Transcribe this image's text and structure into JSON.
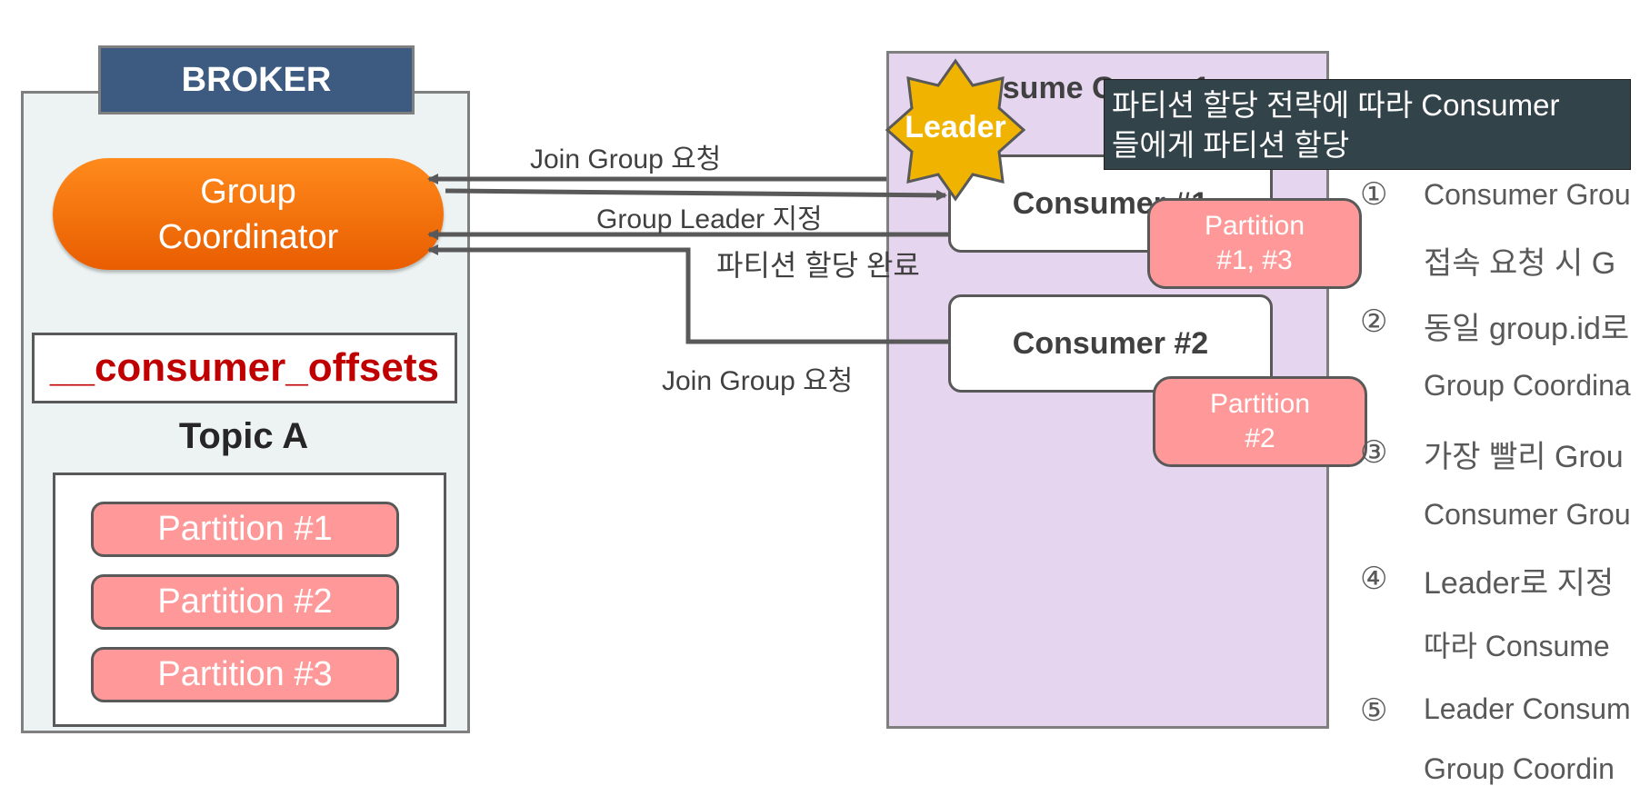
{
  "broker": {
    "label": "BROKER",
    "coordinator_line1": "Group",
    "coordinator_line2": "Coordinator",
    "offsets_topic": "__consumer_offsets",
    "topic_title": "Topic A",
    "partitions": [
      "Partition #1",
      "Partition #2",
      "Partition #3"
    ]
  },
  "consumer_group": {
    "title": "nsume Group 1",
    "leader_badge": "Leader",
    "consumer1": "Consumer #1",
    "consumer2": "Consumer #2",
    "consumer1_partition_line1": "Partition",
    "consumer1_partition_line2": "#1, #3",
    "consumer2_partition_line1": "Partition",
    "consumer2_partition_line2": "#2"
  },
  "arrows": {
    "join1": "Join Group 요청",
    "leader_assign": "Group Leader 지정",
    "assign_done": "파티션 할당 완료",
    "join2": "Join Group 요청"
  },
  "tooltip": {
    "line1": "파티션 할당 전략에 따라 Consumer",
    "line2": "들에게 파티션 할당"
  },
  "steps": {
    "numbers": [
      "①",
      "②",
      "③",
      "④",
      "⑤"
    ],
    "lines": [
      "Consumer Grou",
      "접속 요청 시 G",
      "동일 group.id로",
      "Group Coordina",
      "가장 빨리 Grou",
      "Consumer Grou",
      "Leader로 지정",
      "따라 Consume",
      "Leader Consum",
      "Group Coordin"
    ]
  },
  "colors": {
    "broker_label_bg": "#3d5a80",
    "coordinator": "#f06a00",
    "offsets_text": "#c00000",
    "partition_fill": "#ff9999",
    "group_fill": "#e5d5ef",
    "leader_star": "#f0b400",
    "tooltip_bg": "#33434a"
  }
}
